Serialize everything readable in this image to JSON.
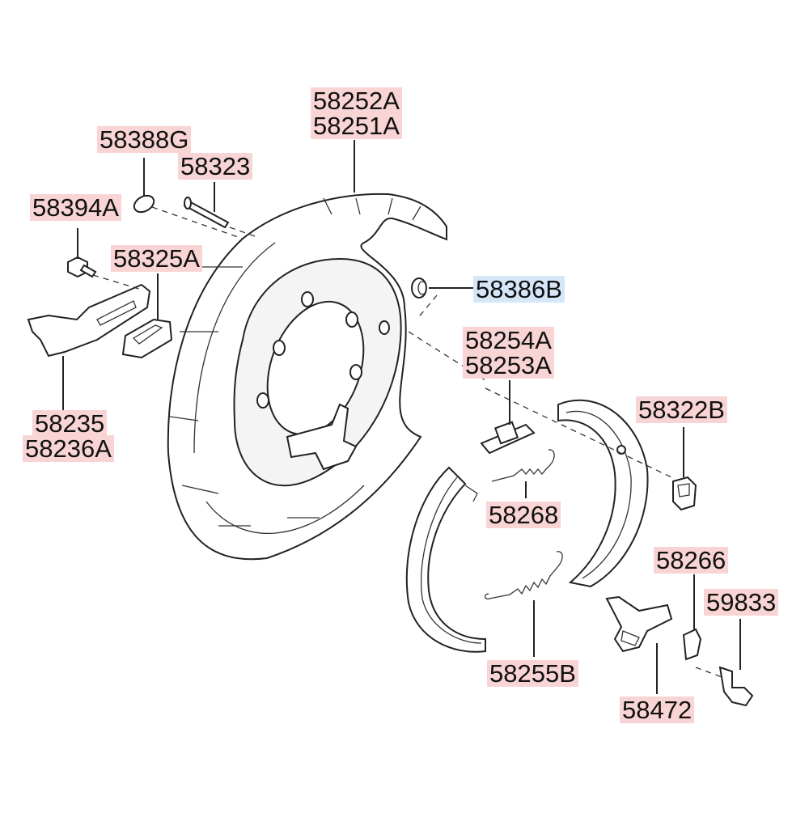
{
  "labels": {
    "p58252A": "58252A",
    "p58251A": "58251A",
    "p58388G": "58388G",
    "p58323": "58323",
    "p58394A": "58394A",
    "p58325A": "58325A",
    "p58386B": "58386B",
    "p58254A": "58254A",
    "p58253A": "58253A",
    "p58322B": "58322B",
    "p58235": "58235",
    "p58236A": "58236A",
    "p58268": "58268",
    "p58266": "58266",
    "p59833": "59833",
    "p58255B": "58255B",
    "p58472": "58472"
  },
  "colors": {
    "label_highlight": "#f9d4d4",
    "selected_highlight": "#d6e6f9",
    "line": "#222222"
  }
}
